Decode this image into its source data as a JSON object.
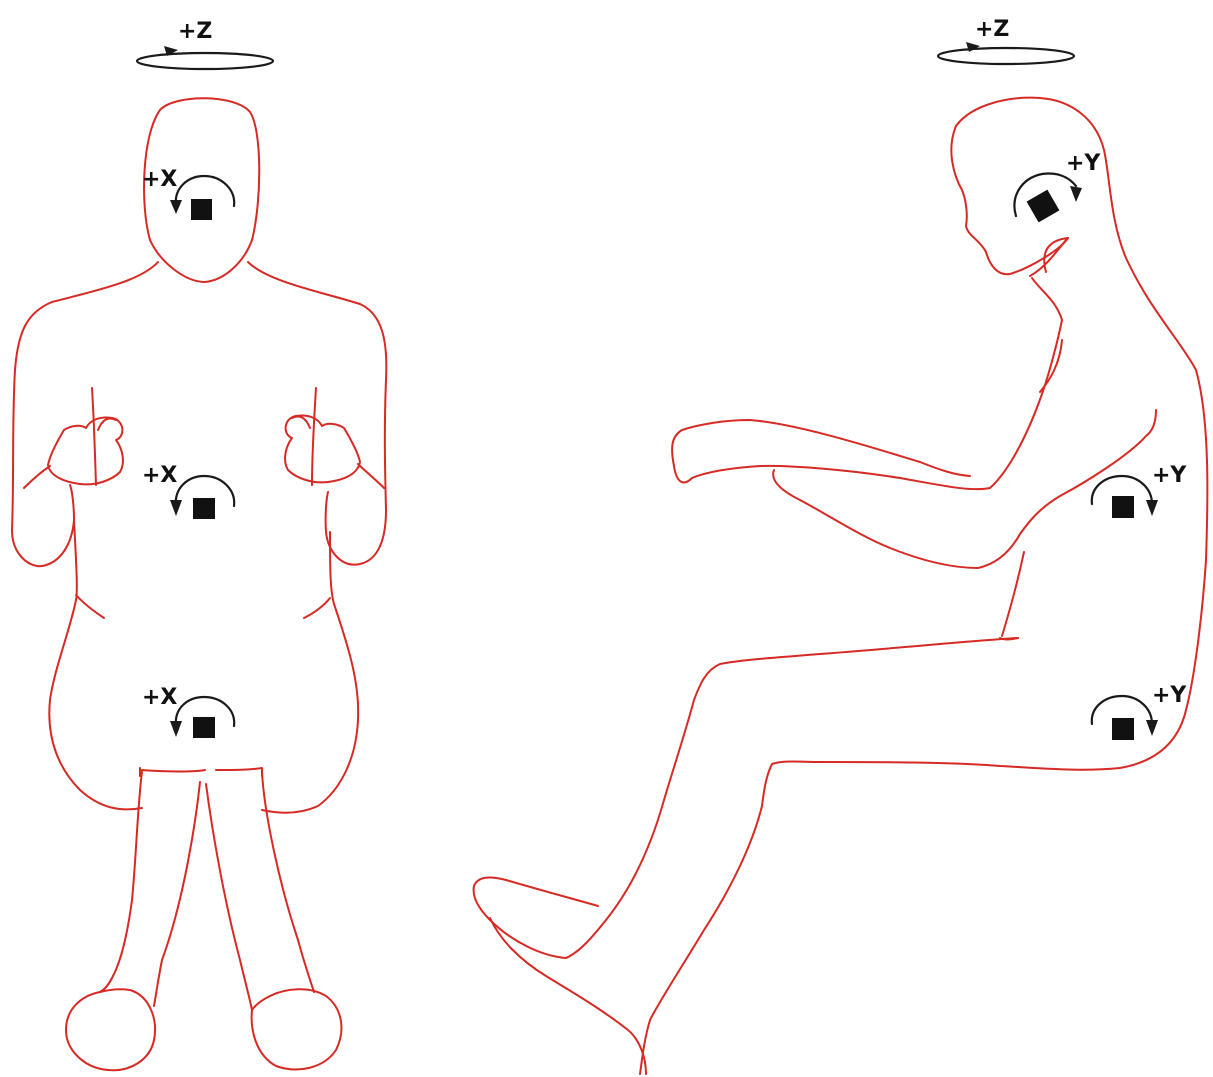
{
  "figure": {
    "outline_color": "#d62a24",
    "marker_color": "#111111",
    "front_view": {
      "z_axis_label": "+Z",
      "head_axis_label": "+X",
      "chest_axis_label": "+X",
      "pelvis_axis_label": "+X"
    },
    "side_view": {
      "z_axis_label": "+Z",
      "head_axis_label": "+Y",
      "chest_axis_label": "+Y",
      "pelvis_axis_label": "+Y"
    }
  }
}
